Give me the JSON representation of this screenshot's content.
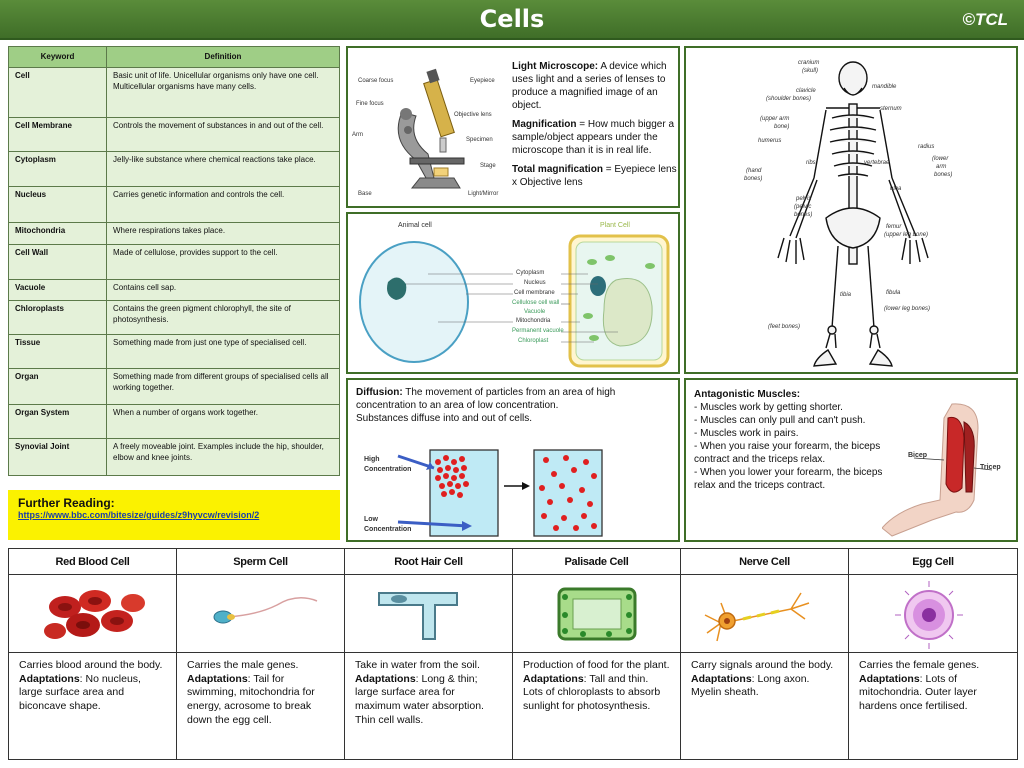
{
  "header": {
    "title": "Cells",
    "copyright": "©TCL"
  },
  "keywords": {
    "col_keyword": "Keyword",
    "col_definition": "Definition",
    "rows": [
      {
        "term": "Cell",
        "definition": "Basic unit of life. Unicellular organisms only have one cell. Multicellular organisms have many cells."
      },
      {
        "term": "Cell Membrane",
        "definition": "Controls the movement of substances in and out of the cell."
      },
      {
        "term": "Cytoplasm",
        "definition": "Jelly-like substance where chemical reactions take place."
      },
      {
        "term": "Nucleus",
        "definition": "Carries genetic information and controls the cell."
      },
      {
        "term": "Mitochondria",
        "definition": "Where respirations takes place."
      },
      {
        "term": "Cell Wall",
        "definition": "Made of cellulose, provides support to the cell."
      },
      {
        "term": "Vacuole",
        "definition": "Contains cell sap."
      },
      {
        "term": "Chloroplasts",
        "definition": "Contains the green pigment chlorophyll, the site of photosynthesis."
      },
      {
        "term": "Tissue",
        "definition": "Something made from just one type of specialised cell."
      },
      {
        "term": "Organ",
        "definition": "Something made from different groups of specialised cells all working together."
      },
      {
        "term": "Organ System",
        "definition": "When a number of organs work together."
      },
      {
        "term": "Synovial Joint",
        "definition": "A freely moveable joint. Examples include the hip, shoulder, elbow and knee joints."
      }
    ]
  },
  "further": {
    "heading": "Further Reading:",
    "url": "https://www.bbc.com/bitesize/guides/z9hyvcw/revision/2"
  },
  "microscope": {
    "labels": {
      "coarse": "Coarse focus",
      "eyepiece": "Eyepiece",
      "fine": "Fine focus",
      "objective": "Objective lens",
      "arm": "Arm",
      "specimen": "Specimen",
      "stage": "Stage",
      "base": "Base",
      "light": "Light/Mirror"
    },
    "lm_term": "Light Microscope:",
    "lm_def": " A device which uses light and a series of lenses to produce a magnified image of an object.",
    "mag_term": "Magnification",
    "mag_def": " = How much bigger a sample/object appears under the microscope than it is in real life.",
    "tot_term": "Total magnification",
    "tot_def": " = Eyepiece lens x Objective lens"
  },
  "cells_diagram": {
    "animal": "Animal cell",
    "plant": "Plant Cell",
    "labels": [
      "Cytoplasm",
      "Nucleus",
      "Cell membrane",
      "Cellulose cell wall",
      "Vacuole",
      "Mitochondria",
      "Permanent vacuole",
      "Chloroplast"
    ]
  },
  "skeleton": {
    "labels": {
      "cranium": "cranium",
      "skull": "(skull)",
      "mandible": "mandible",
      "clavicle": "clavicle",
      "shoulder": "(shoulder bones)",
      "sternum": "sternum",
      "upper_arm": "(upper arm",
      "bone": "bone)",
      "humerus": "humerus",
      "radius": "radius",
      "ribs": "ribs",
      "vertebrae": "vertebrae",
      "lower": "(lower",
      "arm": "arm",
      "bones": "bones)",
      "hand": "(hand",
      "hand2": "bones)",
      "ulna": "ulna",
      "pelvis": "pelvis",
      "pelvic": "(pelvic",
      "pelvic2": "bones)",
      "femur": "femur",
      "upper_leg": "(upper leg bone)",
      "tibia": "tibia",
      "fibula": "fibula",
      "lower_leg": "(lower leg bones)",
      "feet": "(feet bones)"
    }
  },
  "diffusion": {
    "term": "Diffusion:",
    "def": " The movement of particles from an area of high concentration to an area of low concentration.",
    "line2": "Substances diffuse into and out of cells.",
    "high": "High",
    "high2": "Concentration",
    "low": "Low",
    "low2": "Concentration"
  },
  "muscles": {
    "heading": "Antagonistic Muscles:",
    "points": [
      "- Muscles work by getting shorter.",
      "- Muscles can only pull and can't push.",
      "- Muscles work in pairs.",
      "- When you raise your forearm, the biceps contract and the triceps relax.",
      "- When you lower your forearm, the biceps relax and the triceps contract."
    ],
    "bicep": "Bicep",
    "tricep": "Tricep"
  },
  "specialised": [
    {
      "name": "Red Blood Cell",
      "desc": "Carries blood around the body.",
      "adapt_label": "Adaptations",
      "adapt": ": No nucleus, large surface area and biconcave shape."
    },
    {
      "name": "Sperm Cell",
      "desc": "Carries the male genes.",
      "adapt_label": "Adaptations",
      "adapt": ": Tail for swimming, mitochondria for energy, acrosome to break down the egg cell."
    },
    {
      "name": "Root Hair Cell",
      "desc": "Take in water from the soil.",
      "adapt_label": "Adaptations",
      "adapt": ": Long & thin; large surface area for maximum water absorption. Thin cell walls."
    },
    {
      "name": "Palisade Cell",
      "desc": "Production of food for the plant.",
      "adapt_label": "Adaptations",
      "adapt": ": Tall and thin. Lots of chloroplasts to absorb sunlight for photosynthesis."
    },
    {
      "name": "Nerve Cell",
      "desc": "Carry signals around the body.",
      "adapt_label": "Adaptations",
      "adapt": ": Long axon. Myelin sheath."
    },
    {
      "name": "Egg Cell",
      "desc": "Carries the female genes.",
      "adapt_label": "Adaptations",
      "adapt": ": Lots of mitochondria. Outer layer hardens once fertilised."
    }
  ]
}
